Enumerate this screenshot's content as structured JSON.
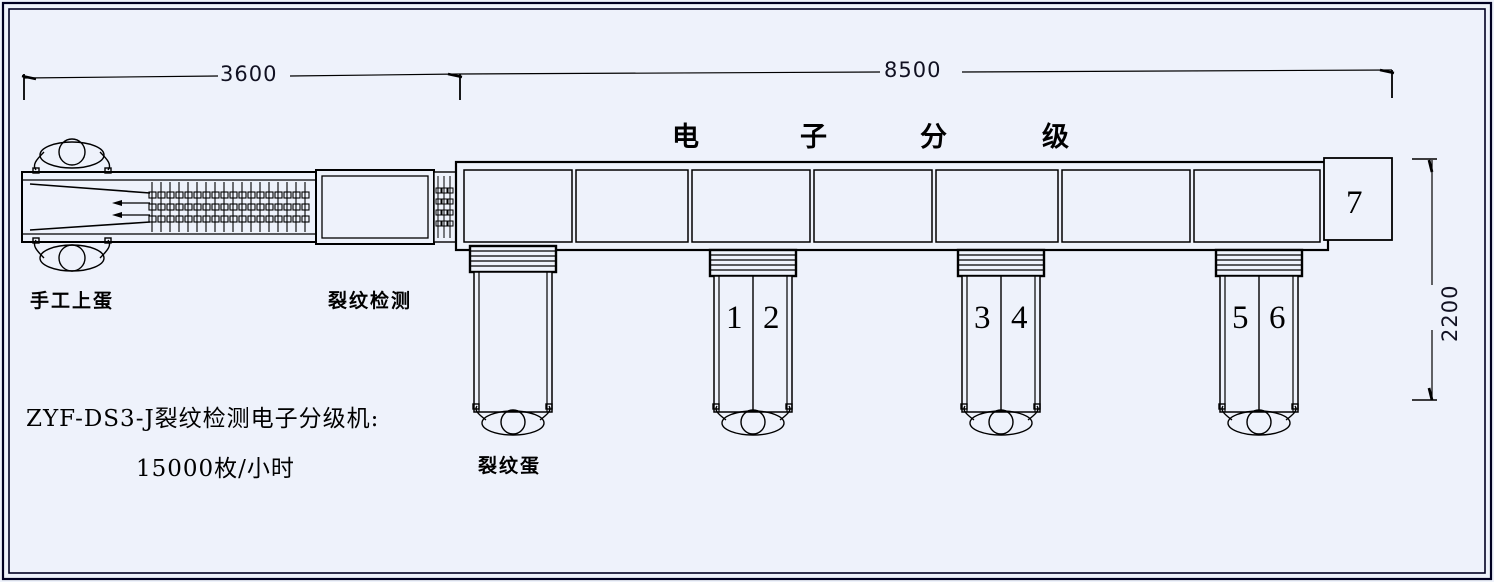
{
  "drawing": {
    "title_line": "电 子 分 级",
    "title_chars": [
      "电",
      "子",
      "分",
      "级"
    ],
    "dimensions": {
      "left_span": "3600",
      "right_span": "8500",
      "vertical_span": "2200"
    },
    "labels": {
      "manual_loading": "手工上蛋",
      "crack_detection": "裂纹检测",
      "cracked_egg_output": "裂纹蛋"
    },
    "model": {
      "line1": "ZYF-DS3-J裂纹检测电子分级机:",
      "line2": "15000枚/小时"
    },
    "output_lanes": [
      {
        "name": "cracked-egg-lane",
        "numbers": []
      },
      {
        "name": "lane-1-2",
        "numbers": [
          "1",
          "2"
        ]
      },
      {
        "name": "lane-3-4",
        "numbers": [
          "3",
          "4"
        ]
      },
      {
        "name": "lane-5-6",
        "numbers": [
          "5",
          "6"
        ]
      }
    ],
    "end_station": {
      "number": "7"
    },
    "colors": {
      "background": "#eef2fb",
      "line": "#000000",
      "dimension_text": "#111122",
      "frame": "#000022"
    }
  }
}
